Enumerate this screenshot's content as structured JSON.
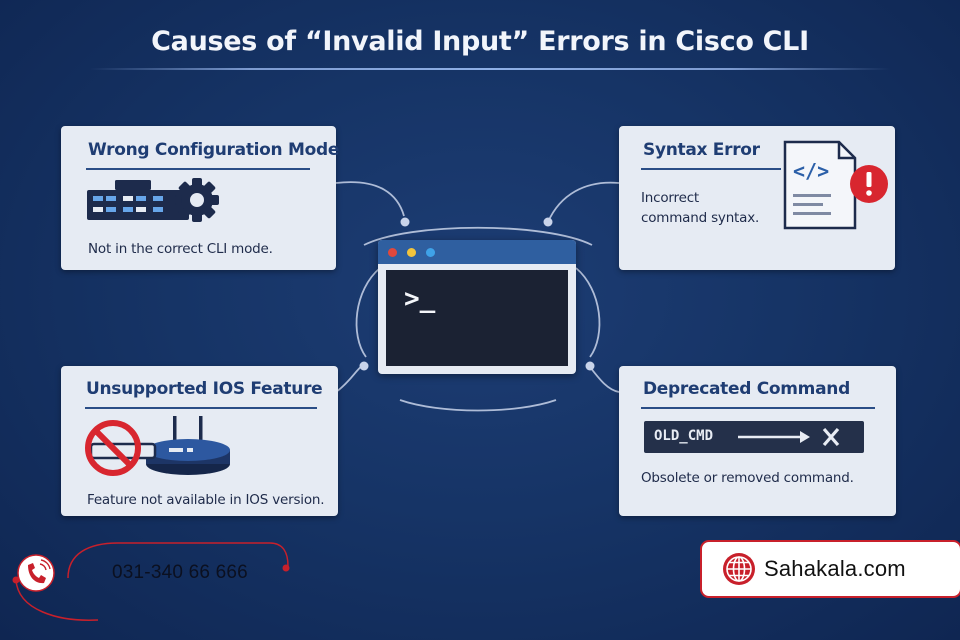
{
  "title": "Causes of “Invalid Input” Errors in Cisco CLI",
  "center": {
    "prompt": ">_",
    "window_dots": [
      "#e0483d",
      "#f2c43c",
      "#3fa2e8"
    ]
  },
  "cards": {
    "wrong_mode": {
      "title": "Wrong Configuration Mode",
      "desc": "Not in the correct CLI mode.",
      "icon": "router-gear-icon"
    },
    "syntax": {
      "title": "Syntax Error",
      "desc_line1": "Incorrect",
      "desc_line2": "command syntax.",
      "icon": "code-document-error-icon"
    },
    "unsupported": {
      "title": "Unsupported IOS Feature",
      "desc": "Feature not available in IOS version.",
      "icon": "prohibited-router-icon"
    },
    "deprecated": {
      "title": "Deprecated Command",
      "command": "OLD_CMD",
      "desc": "Obsolete or removed command.",
      "icon": "arrow-to-x-icon"
    }
  },
  "contact": {
    "phone": "031-340 66 666",
    "website": "Sahakala.com"
  },
  "colors": {
    "background": "#163466",
    "card": "#e6ebf3",
    "heading": "#1f3d73",
    "alert_red": "#d8262f",
    "brand_red": "#c8202b"
  }
}
